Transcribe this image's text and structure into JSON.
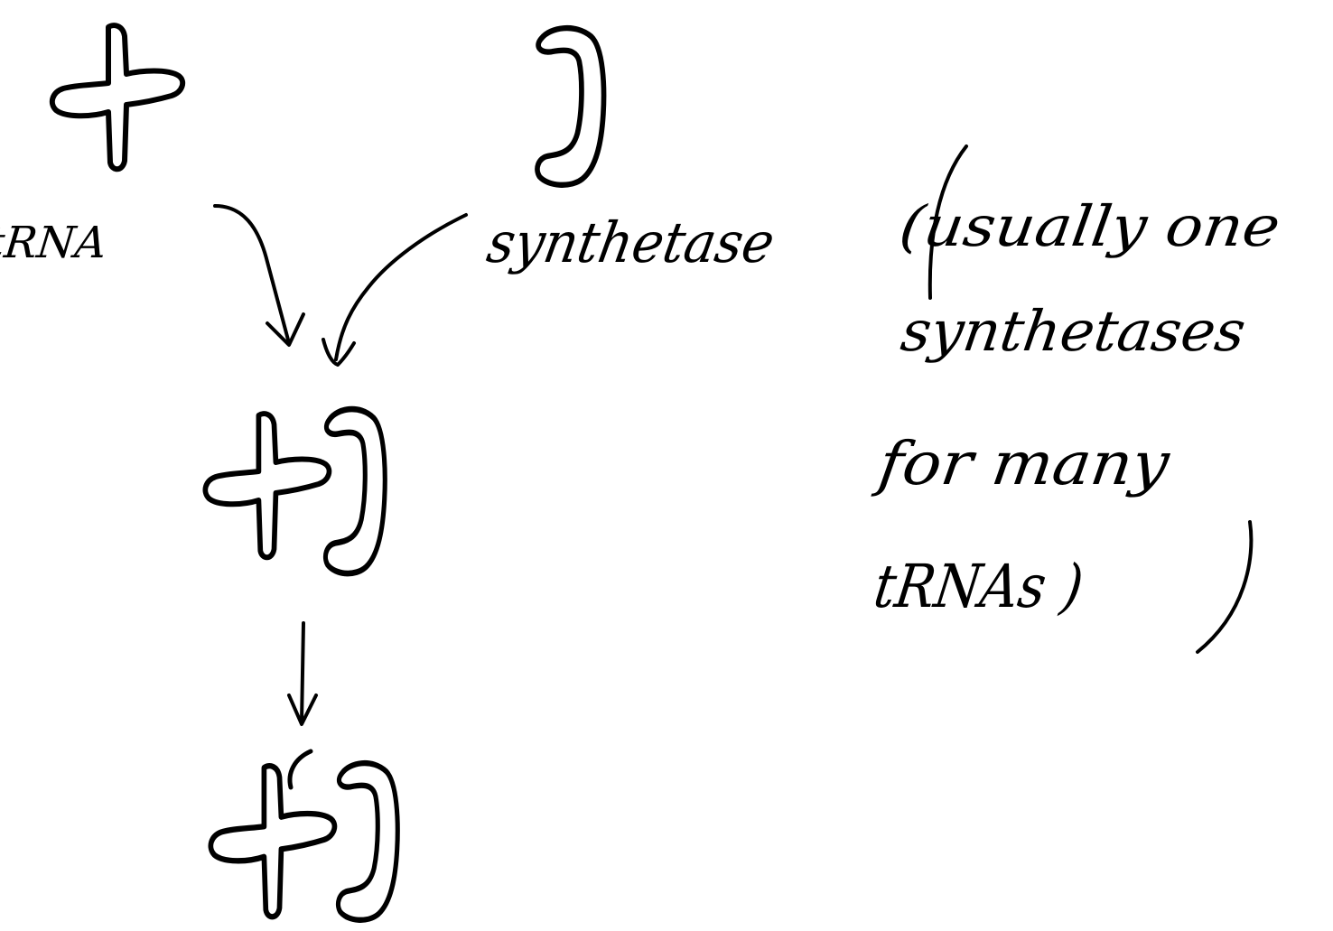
{
  "labels": {
    "trna": "tRNA",
    "synthetase": "synthetase"
  },
  "note": {
    "line1": "(usually one",
    "line2": "synthetases",
    "line3": "for many",
    "line4": "tRNAs )"
  },
  "colors": {
    "ink": "#000000",
    "paper": "#ffffff"
  }
}
